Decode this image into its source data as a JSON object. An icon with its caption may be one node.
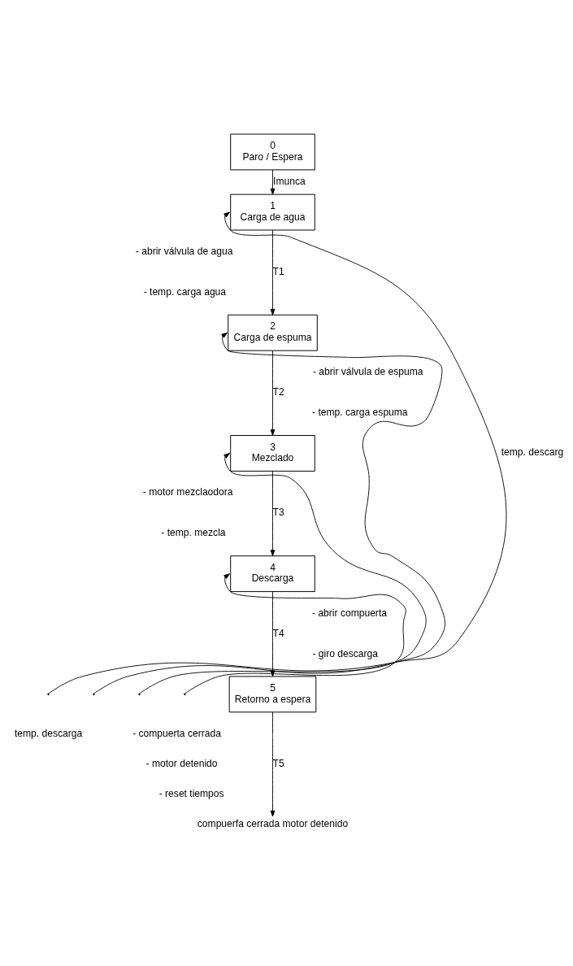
{
  "diagram": {
    "nodes": [
      {
        "text": [
          "0",
          "Paro / Espera"
        ]
      },
      {
        "text": [
          "1",
          "Carga de agua"
        ]
      },
      {
        "text": [
          "2",
          "Carga de espuma"
        ]
      },
      {
        "text": [
          "3",
          "Mezclado"
        ]
      },
      {
        "text": [
          "4",
          "Descarga"
        ]
      },
      {
        "text": [
          "5",
          "Retorno a espera"
        ]
      },
      {
        "text": [
          "compuerfa cerrada motor detenido"
        ]
      }
    ],
    "edges": [
      {
        "from": 0,
        "to": 1,
        "arrow": "to",
        "label": "Imunca"
      },
      {
        "from": 1,
        "to": 2,
        "arrow": "to",
        "label": "T1"
      },
      {
        "from": 2,
        "to": 3,
        "arrow": "to",
        "label": "T2"
      },
      {
        "from": 3,
        "to": 4,
        "arrow": "to",
        "label": "T3"
      },
      {
        "from": 4,
        "to": 5,
        "arrow": "to",
        "label": "T4"
      },
      {
        "from": 5,
        "to": 6,
        "arrow": "to",
        "label": "T5"
      },
      {
        "from": null,
        "to": 1,
        "arrow": "to",
        "label": "temp. descarg"
      },
      {
        "from": null,
        "to": 2,
        "arrow": "to"
      },
      {
        "from": null,
        "to": 3,
        "arrow": "to"
      },
      {
        "from": null,
        "to": 4,
        "arrow": "to"
      }
    ],
    "labels": [
      "- abrir válvula de agua",
      "- temp. carga agua",
      "- abrir válvula de espuma",
      "- temp. carga espuma",
      "- motor mezclaodora",
      "- temp. mezcla",
      "- abrir compuerta",
      "- giro descarga",
      "- compuerta cerrada",
      "- motor detenido",
      "- reset tiempos",
      "temp. descarga"
    ]
  }
}
